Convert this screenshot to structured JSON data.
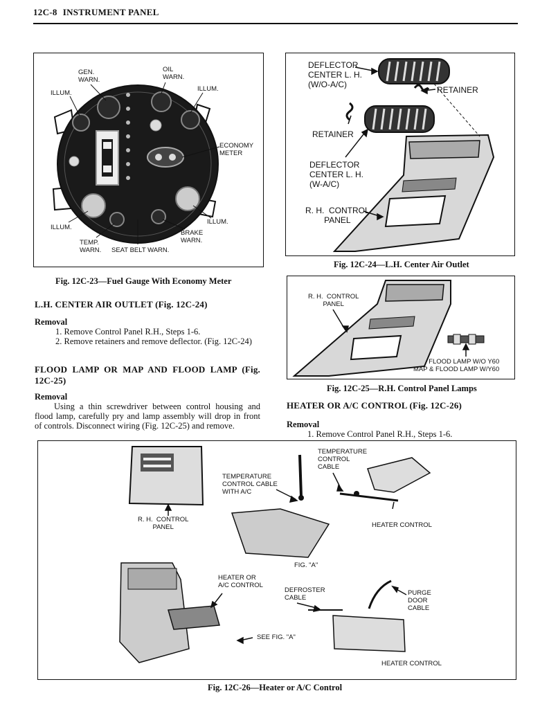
{
  "header": {
    "page_number": "12C-8",
    "section_title": "INSTRUMENT PANEL"
  },
  "fig23": {
    "caption": "Fig. 12C-23—Fuel Gauge With Economy Meter",
    "labels": {
      "gen_warn": "GEN.\nWARN.",
      "oil_warn": "OIL\nWARN.",
      "illum_tl": "ILLUM.",
      "illum_tr": "ILLUM.",
      "economy_meter": "ECONOMY\nMETER",
      "illum_r": "ILLUM.",
      "brake_warn": "BRAKE\nWARN.",
      "illum_bl": "ILLUM.",
      "temp_warn": "TEMP.\nWARN.",
      "seat_belt_warn": "SEAT BELT WARN."
    }
  },
  "fig24": {
    "caption": "Fig. 12C-24—L.H. Center Air Outlet",
    "labels": {
      "deflector_wo": "DEFLECTOR\nCENTER L. H.\n(W/O-A/C)",
      "retainer_r": "RETAINER",
      "retainer_l": "RETAINER",
      "deflector_w": "DEFLECTOR\nCENTER L. H.\n(W-A/C)",
      "rh_control_panel": "R. H.  CONTROL\nPANEL"
    }
  },
  "fig25": {
    "caption": "Fig. 12C-25—R.H. Control Panel Lamps",
    "labels": {
      "rh_control_panel": "R. H.  CONTROL\nPANEL",
      "flood_lamp": "FLOOD LAMP W/O Y60\nMAP & FLOOD LAMP W/Y60"
    }
  },
  "fig26": {
    "caption": "Fig. 12C-26—Heater or A/C Control",
    "labels": {
      "temp_cable_ac": "TEMPERATURE\nCONTROL CABLE\nWITH A/C",
      "temp_cable": "TEMPERATURE\nCONTROL\nCABLE",
      "rh_control_panel": "R. H.  CONTROL\nPANEL",
      "heater_control_top": "HEATER CONTROL",
      "fig_a": "FIG.  \"A\"",
      "heater_ac_control": "HEATER OR\nA/C CONTROL",
      "defroster_cable": "DEFROSTER\nCABLE",
      "purge_door_cable": "PURGE\nDOOR\nCABLE",
      "see_fig_a": "SEE FIG.  \"A\"",
      "heater_control_bottom": "HEATER CONTROL"
    }
  },
  "sections": {
    "lh_outlet": {
      "heading": "L.H. CENTER AIR OUTLET (Fig. 12C-24)",
      "removal": "Removal",
      "step1": "1. Remove Control Panel R.H., Steps 1-6.",
      "step2": "2. Remove  retainers  and  remove  deflector.  (Fig. 12C-24)"
    },
    "flood_lamp": {
      "heading": "FLOOD  LAMP  OR  MAP  AND  FLOOD  LAMP  (Fig. 12C-25)",
      "removal": "Removal",
      "text": "Using a thin screwdriver between control housing and flood lamp, carefully pry and lamp assembly will drop in front of controls. Disconnect wiring (Fig. 12C-25) and remove."
    },
    "heater": {
      "heading": "HEATER OR A/C CONTROL (Fig. 12C-26)",
      "removal": "Removal",
      "step1": "1. Remove Control Panel R.H., Steps 1-6."
    }
  }
}
